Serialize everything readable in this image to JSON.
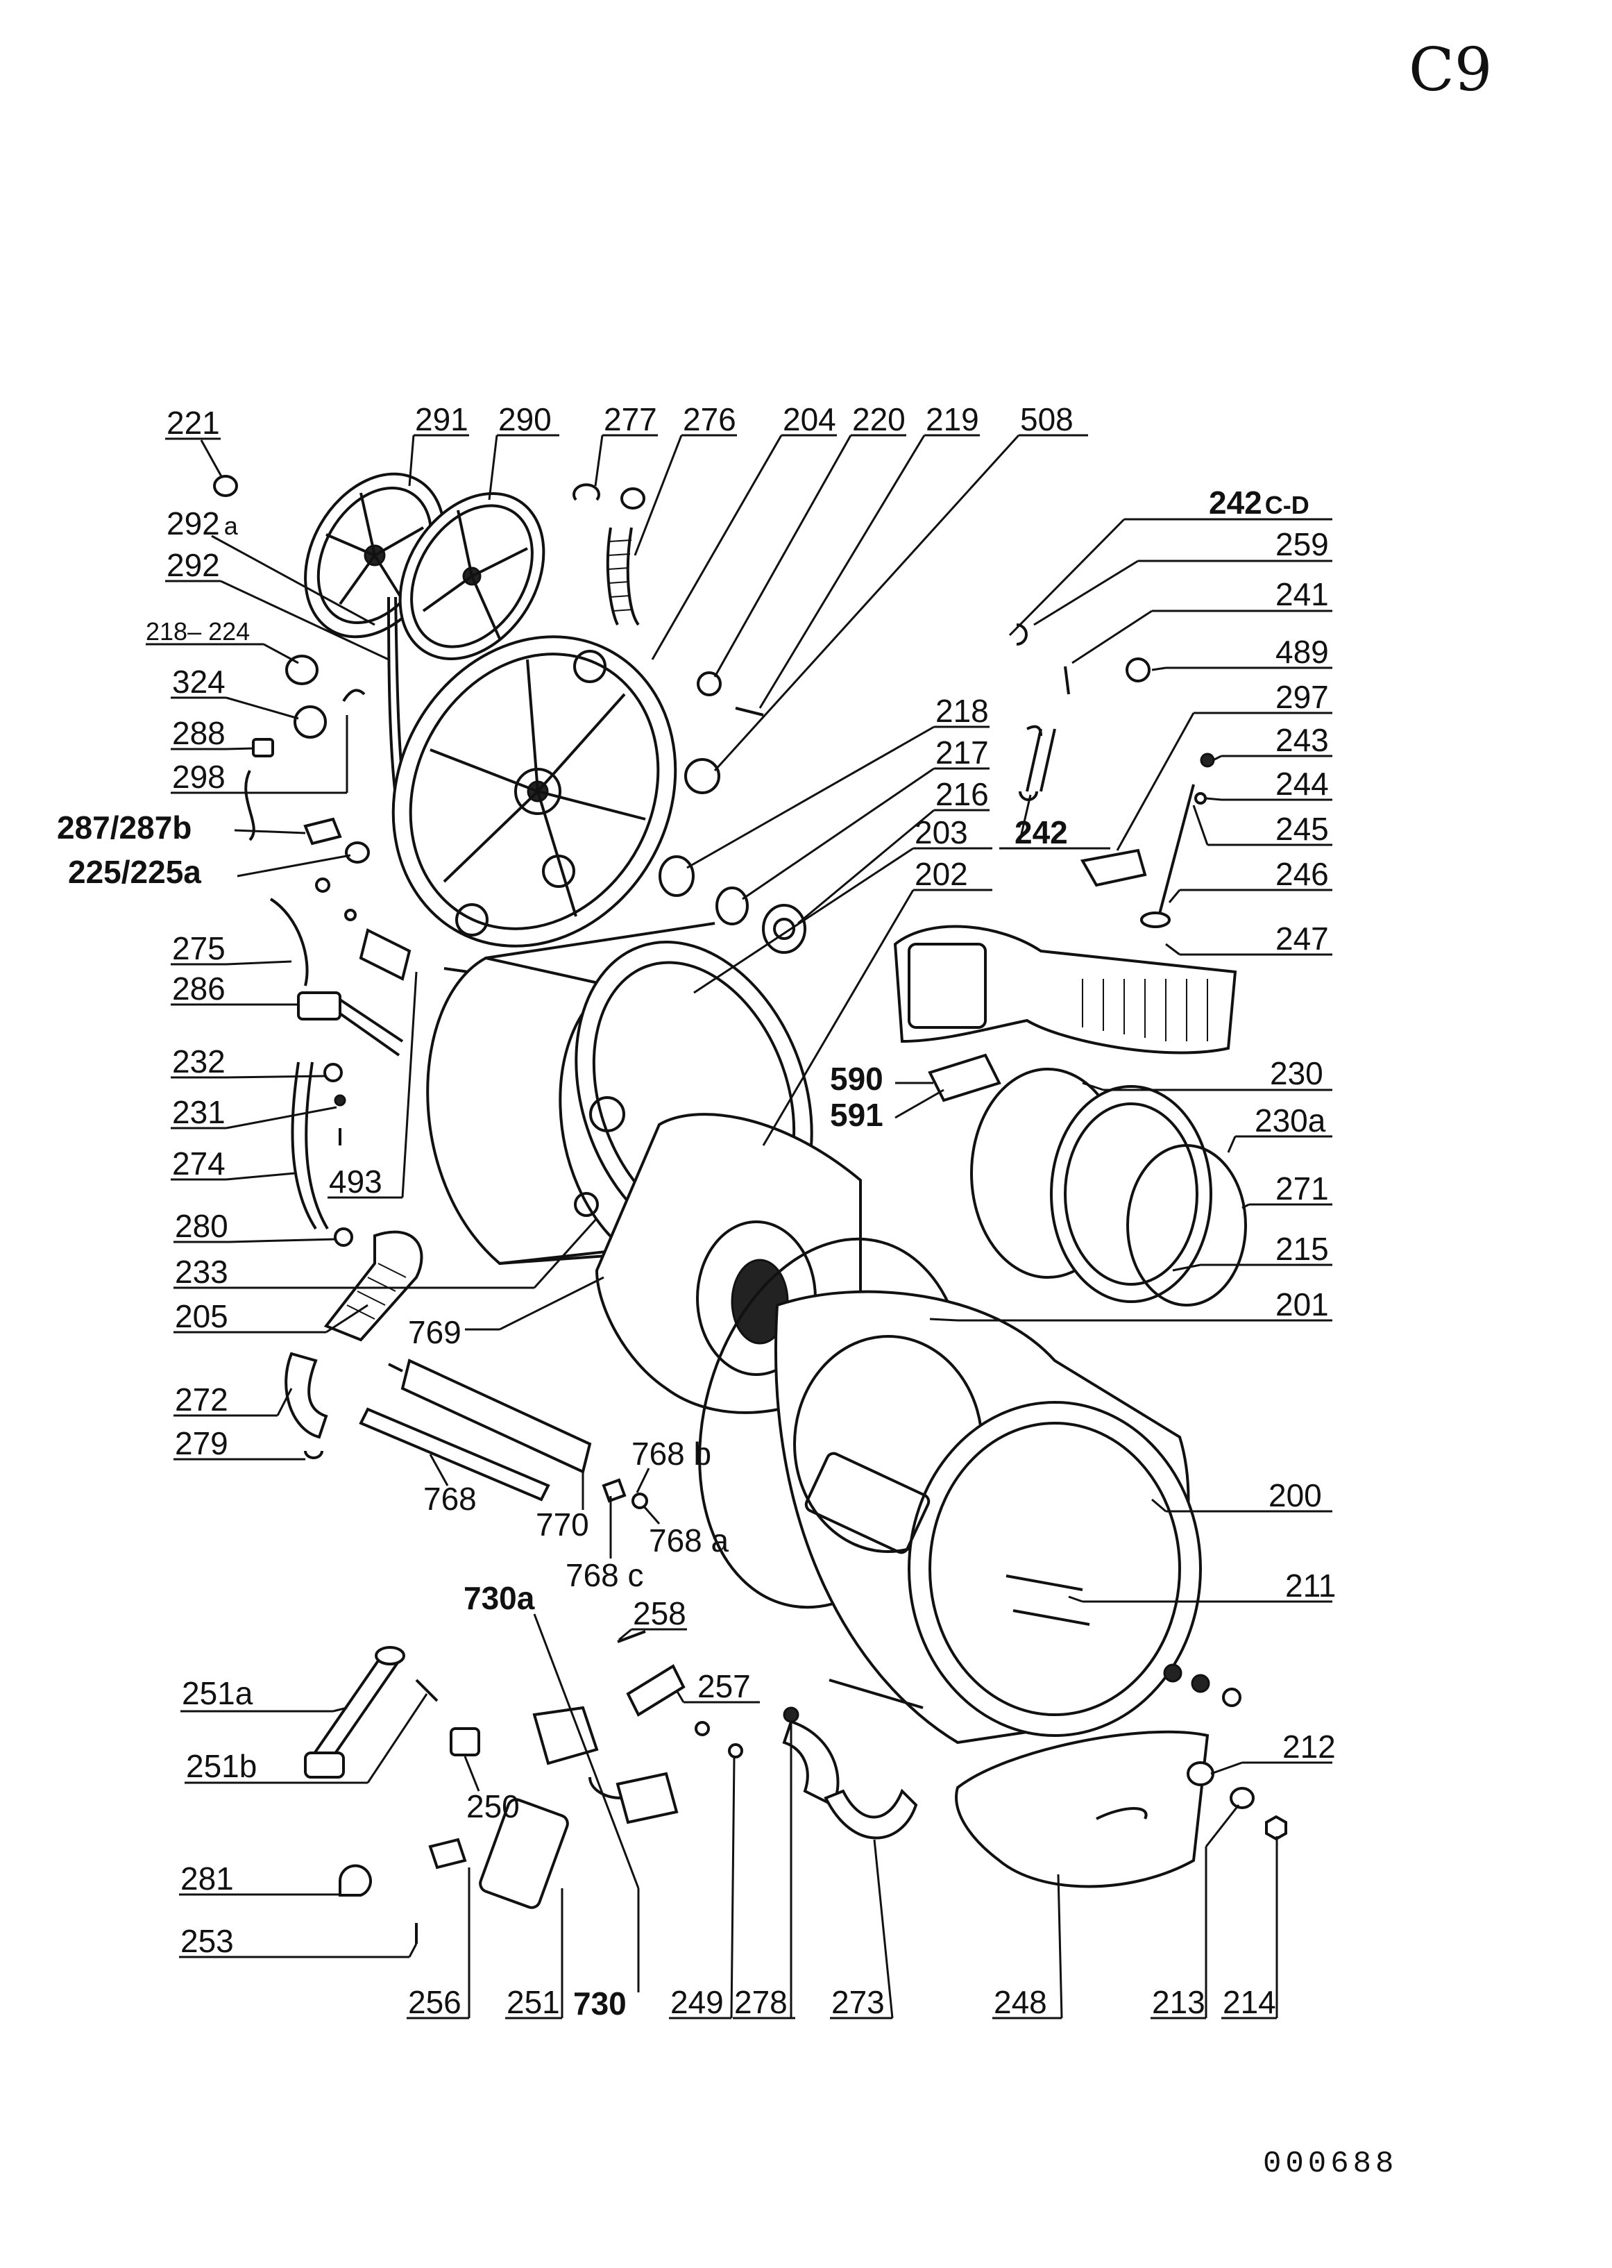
{
  "corner_mark": "C9",
  "document_number": "000688",
  "labels": [
    {
      "id": "221",
      "text": "221"
    },
    {
      "id": "292a",
      "text": "292",
      "sub": "a"
    },
    {
      "id": "292",
      "text": "292"
    },
    {
      "id": "218-224",
      "text": "218– 224"
    },
    {
      "id": "324",
      "text": "324"
    },
    {
      "id": "288",
      "text": "288"
    },
    {
      "id": "298",
      "text": "298"
    },
    {
      "id": "287-287b",
      "text": "287/287b"
    },
    {
      "id": "225-225a",
      "text": "225/225a"
    },
    {
      "id": "275",
      "text": "275"
    },
    {
      "id": "286",
      "text": "286"
    },
    {
      "id": "232",
      "text": "232"
    },
    {
      "id": "231",
      "text": "231"
    },
    {
      "id": "274",
      "text": "274"
    },
    {
      "id": "493",
      "text": "493"
    },
    {
      "id": "280",
      "text": "280"
    },
    {
      "id": "233",
      "text": "233"
    },
    {
      "id": "205",
      "text": "205"
    },
    {
      "id": "769",
      "text": "769"
    },
    {
      "id": "272",
      "text": "272"
    },
    {
      "id": "279",
      "text": "279"
    },
    {
      "id": "768",
      "text": "768"
    },
    {
      "id": "770",
      "text": "770"
    },
    {
      "id": "768b",
      "text": "768 b"
    },
    {
      "id": "768a",
      "text": "768 a"
    },
    {
      "id": "768c",
      "text": "768 c"
    },
    {
      "id": "291",
      "text": "291"
    },
    {
      "id": "290",
      "text": "290"
    },
    {
      "id": "277",
      "text": "277"
    },
    {
      "id": "276",
      "text": "276"
    },
    {
      "id": "204",
      "text": "204"
    },
    {
      "id": "220",
      "text": "220"
    },
    {
      "id": "219",
      "text": "219"
    },
    {
      "id": "508",
      "text": "508"
    },
    {
      "id": "242c-d",
      "text": "242",
      "sub": "C-D"
    },
    {
      "id": "259",
      "text": "259"
    },
    {
      "id": "241",
      "text": "241"
    },
    {
      "id": "489",
      "text": "489"
    },
    {
      "id": "297",
      "text": "297"
    },
    {
      "id": "218",
      "text": "218"
    },
    {
      "id": "217",
      "text": "217"
    },
    {
      "id": "216",
      "text": "216"
    },
    {
      "id": "243",
      "text": "243"
    },
    {
      "id": "244",
      "text": "244"
    },
    {
      "id": "203",
      "text": "203"
    },
    {
      "id": "242",
      "text": "242"
    },
    {
      "id": "245",
      "text": "245"
    },
    {
      "id": "202",
      "text": "202"
    },
    {
      "id": "246",
      "text": "246"
    },
    {
      "id": "247",
      "text": "247"
    },
    {
      "id": "590",
      "text": "590"
    },
    {
      "id": "591",
      "text": "591"
    },
    {
      "id": "230",
      "text": "230"
    },
    {
      "id": "230a",
      "text": "230a"
    },
    {
      "id": "271",
      "text": "271"
    },
    {
      "id": "215",
      "text": "215"
    },
    {
      "id": "201",
      "text": "201"
    },
    {
      "id": "200",
      "text": "200"
    },
    {
      "id": "211",
      "text": "211"
    },
    {
      "id": "212",
      "text": "212"
    },
    {
      "id": "213",
      "text": "213"
    },
    {
      "id": "214",
      "text": "214"
    },
    {
      "id": "730a",
      "text": "730a"
    },
    {
      "id": "258",
      "text": "258"
    },
    {
      "id": "257",
      "text": "257"
    },
    {
      "id": "251a",
      "text": "251a"
    },
    {
      "id": "251b",
      "text": "251b"
    },
    {
      "id": "250",
      "text": "250"
    },
    {
      "id": "281",
      "text": "281"
    },
    {
      "id": "253",
      "text": "253"
    },
    {
      "id": "256",
      "text": "256"
    },
    {
      "id": "251",
      "text": "251"
    },
    {
      "id": "730",
      "text": "730"
    },
    {
      "id": "249",
      "text": "249"
    },
    {
      "id": "278",
      "text": "278"
    },
    {
      "id": "273",
      "text": "273"
    },
    {
      "id": "248",
      "text": "248"
    }
  ]
}
